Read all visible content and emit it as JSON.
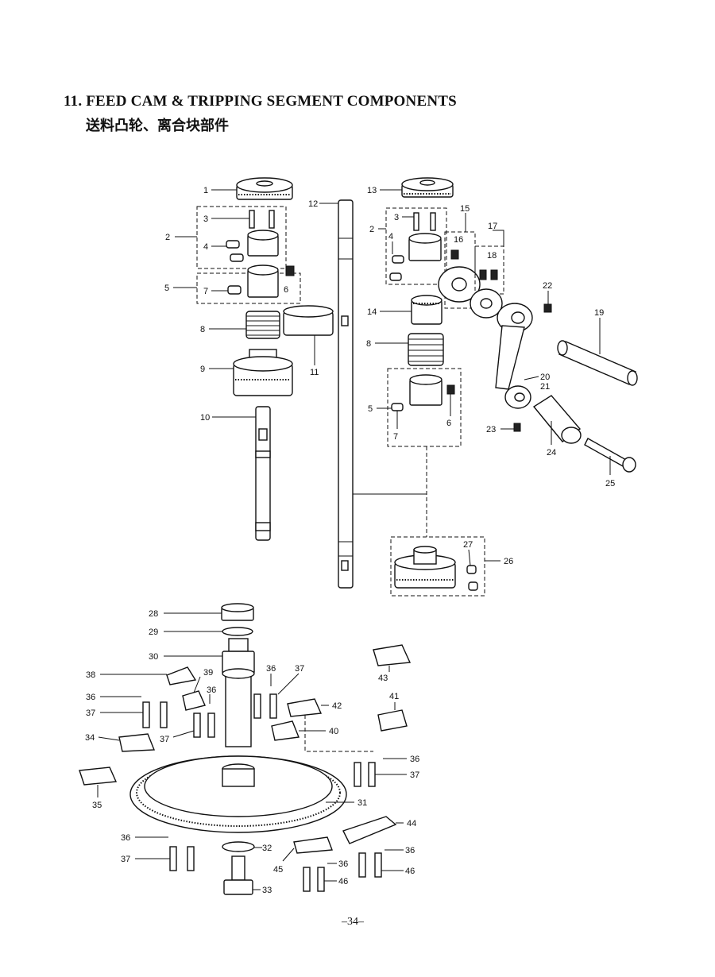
{
  "header": {
    "title": "11. FEED CAM & TRIPPING SEGMENT  COMPONENTS",
    "subtitle": "送料凸轮、离合块部件"
  },
  "callouts": [
    {
      "id": "c1",
      "label": "1"
    },
    {
      "id": "c2a",
      "label": "2"
    },
    {
      "id": "c3a",
      "label": "3"
    },
    {
      "id": "c4a",
      "label": "4"
    },
    {
      "id": "c5a",
      "label": "5"
    },
    {
      "id": "c6a",
      "label": "6"
    },
    {
      "id": "c7a",
      "label": "7"
    },
    {
      "id": "c8a",
      "label": "8"
    },
    {
      "id": "c9",
      "label": "9"
    },
    {
      "id": "c10",
      "label": "10"
    },
    {
      "id": "c11",
      "label": "11"
    },
    {
      "id": "c12",
      "label": "12"
    },
    {
      "id": "c13",
      "label": "13"
    },
    {
      "id": "c2b",
      "label": "2"
    },
    {
      "id": "c3b",
      "label": "3"
    },
    {
      "id": "c4b",
      "label": "4"
    },
    {
      "id": "c15",
      "label": "15"
    },
    {
      "id": "c16",
      "label": "16"
    },
    {
      "id": "c17",
      "label": "17"
    },
    {
      "id": "c18",
      "label": "18"
    },
    {
      "id": "c22",
      "label": "22"
    },
    {
      "id": "c14",
      "label": "14"
    },
    {
      "id": "c19",
      "label": "19"
    },
    {
      "id": "c8b",
      "label": "8"
    },
    {
      "id": "c20",
      "label": "20"
    },
    {
      "id": "c21",
      "label": "21"
    },
    {
      "id": "c5b",
      "label": "5"
    },
    {
      "id": "c6b",
      "label": "6"
    },
    {
      "id": "c7b",
      "label": "7"
    },
    {
      "id": "c23",
      "label": "23"
    },
    {
      "id": "c24",
      "label": "24"
    },
    {
      "id": "c25",
      "label": "25"
    },
    {
      "id": "c27",
      "label": "27"
    },
    {
      "id": "c26",
      "label": "26"
    },
    {
      "id": "c28",
      "label": "28"
    },
    {
      "id": "c29",
      "label": "29"
    },
    {
      "id": "c30",
      "label": "30"
    },
    {
      "id": "c36a",
      "label": "36"
    },
    {
      "id": "c37a",
      "label": "37"
    },
    {
      "id": "c43",
      "label": "43"
    },
    {
      "id": "c38",
      "label": "38"
    },
    {
      "id": "c39",
      "label": "39"
    },
    {
      "id": "c36b",
      "label": "36"
    },
    {
      "id": "c36c",
      "label": "36"
    },
    {
      "id": "c37b",
      "label": "37"
    },
    {
      "id": "c42",
      "label": "42"
    },
    {
      "id": "c41",
      "label": "41"
    },
    {
      "id": "c40",
      "label": "40"
    },
    {
      "id": "c34",
      "label": "34"
    },
    {
      "id": "c37c",
      "label": "37"
    },
    {
      "id": "c36d",
      "label": "36"
    },
    {
      "id": "c37d",
      "label": "37"
    },
    {
      "id": "c35",
      "label": "35"
    },
    {
      "id": "c31",
      "label": "31"
    },
    {
      "id": "c44",
      "label": "44"
    },
    {
      "id": "c36e",
      "label": "36"
    },
    {
      "id": "c32",
      "label": "32"
    },
    {
      "id": "c37e",
      "label": "37"
    },
    {
      "id": "c45",
      "label": "45"
    },
    {
      "id": "c36f",
      "label": "36"
    },
    {
      "id": "c36g",
      "label": "36"
    },
    {
      "id": "c46a",
      "label": "46"
    },
    {
      "id": "c46b",
      "label": "46"
    },
    {
      "id": "c33",
      "label": "33"
    }
  ],
  "footer": {
    "page_number": "–34–"
  }
}
